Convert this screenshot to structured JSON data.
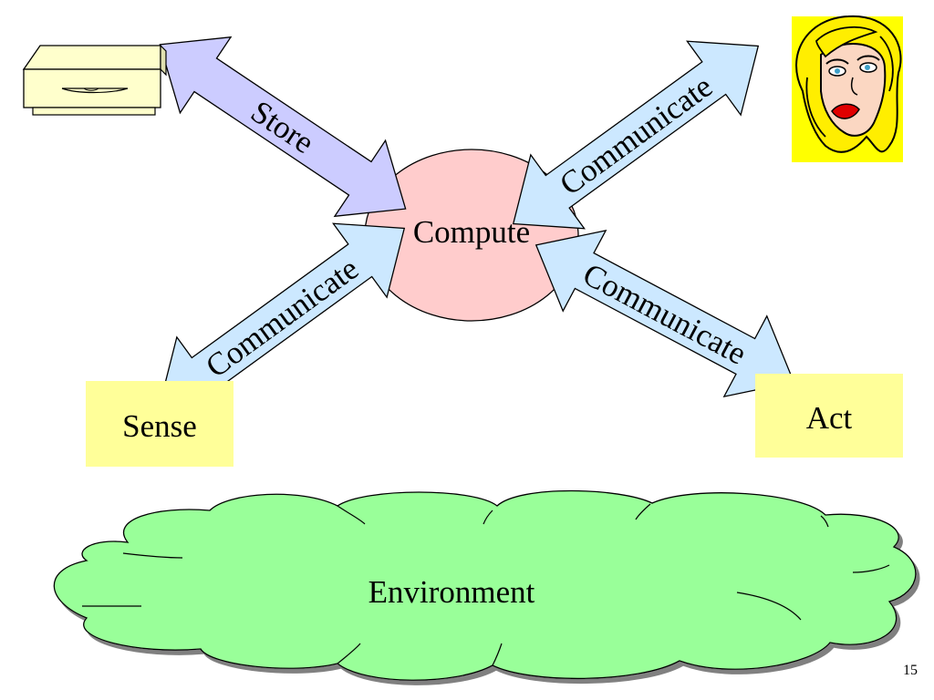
{
  "diagram": {
    "center": {
      "label": "Compute",
      "color": "#ffcccc"
    },
    "store_arrow": {
      "label": "Store",
      "color": "#ccccff"
    },
    "communicate_arrows": [
      {
        "id": "to-person",
        "label": "Communicate"
      },
      {
        "id": "from-sense",
        "label": "Communicate"
      },
      {
        "id": "to-act",
        "label": "Communicate"
      }
    ],
    "communicate_color": "#cce8ff",
    "sense": {
      "label": "Sense",
      "color": "#ffff99"
    },
    "act": {
      "label": "Act",
      "color": "#ffff99"
    },
    "environment": {
      "label": "Environment",
      "color": "#99ff99"
    },
    "icons": {
      "storage": "disk-drive-icon",
      "person": "woman-face-icon"
    }
  },
  "slide": {
    "page_number": "15"
  }
}
